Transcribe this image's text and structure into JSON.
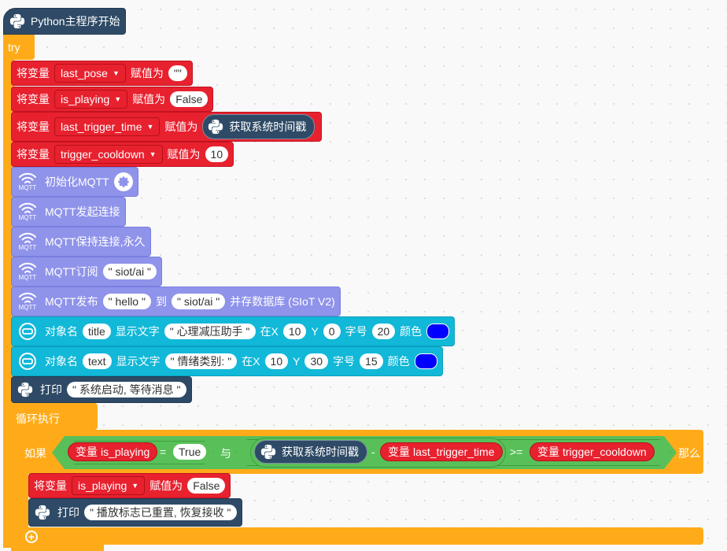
{
  "hat": {
    "label": "Python主程序开始"
  },
  "try": {
    "label": "try"
  },
  "set_var": {
    "prefix": "将变量",
    "assign": "赋值为"
  },
  "vars": {
    "last_pose": "last_pose",
    "is_playing": "is_playing",
    "last_trigger_time": "last_trigger_time",
    "trigger_cooldown": "trigger_cooldown"
  },
  "values": {
    "empty_string": "\"\"",
    "false": "False",
    "true": "True",
    "ten": "10"
  },
  "python": {
    "get_timestamp": "获取系统时间戳"
  },
  "mqtt": {
    "icon_label": "MQTT",
    "init": "初始化MQTT",
    "connect": "MQTT发起连接",
    "keepalive": "MQTT保持连接,永久",
    "subscribe": "MQTT订阅",
    "subscribe_topic": "\" siot/ai \"",
    "publish": "MQTT发布",
    "publish_message": "\" hello \"",
    "publish_to": "到",
    "publish_topic": "\" siot/ai \"",
    "publish_suffix": "并存数据库 (SIoT V2)"
  },
  "display": {
    "object_name": "对象名",
    "show_text": "显示文字",
    "at_x": "在X",
    "y": "Y",
    "font_size": "字号",
    "color": "颜色",
    "rows": [
      {
        "name": "title",
        "text": "\" 心理减压助手 \"",
        "x": "10",
        "y": "0",
        "size": "20",
        "color": "#0000ff"
      },
      {
        "name": "text",
        "text": "\" 情绪类别: \"",
        "x": "10",
        "y": "30",
        "size": "15",
        "color": "#0000ff"
      }
    ]
  },
  "print": {
    "label": "打印",
    "startup_msg": "\" 系统启动, 等待消息 \"",
    "reset_msg": "\" 播放标志已重置, 恢复接收 \""
  },
  "loop": {
    "label": "循环执行"
  },
  "if_block": {
    "if_label": "如果",
    "then_label": "那么",
    "var_prefix": "变量",
    "eq_op": "=",
    "and_op": "与",
    "minus_op": "-",
    "gte_op": ">="
  },
  "colors": {
    "orange": "#ffab19",
    "red": "#e8212f",
    "purple": "#8f93ea",
    "cyan": "#11b8d8",
    "python": "#2e4a66",
    "green": "#59c059"
  }
}
